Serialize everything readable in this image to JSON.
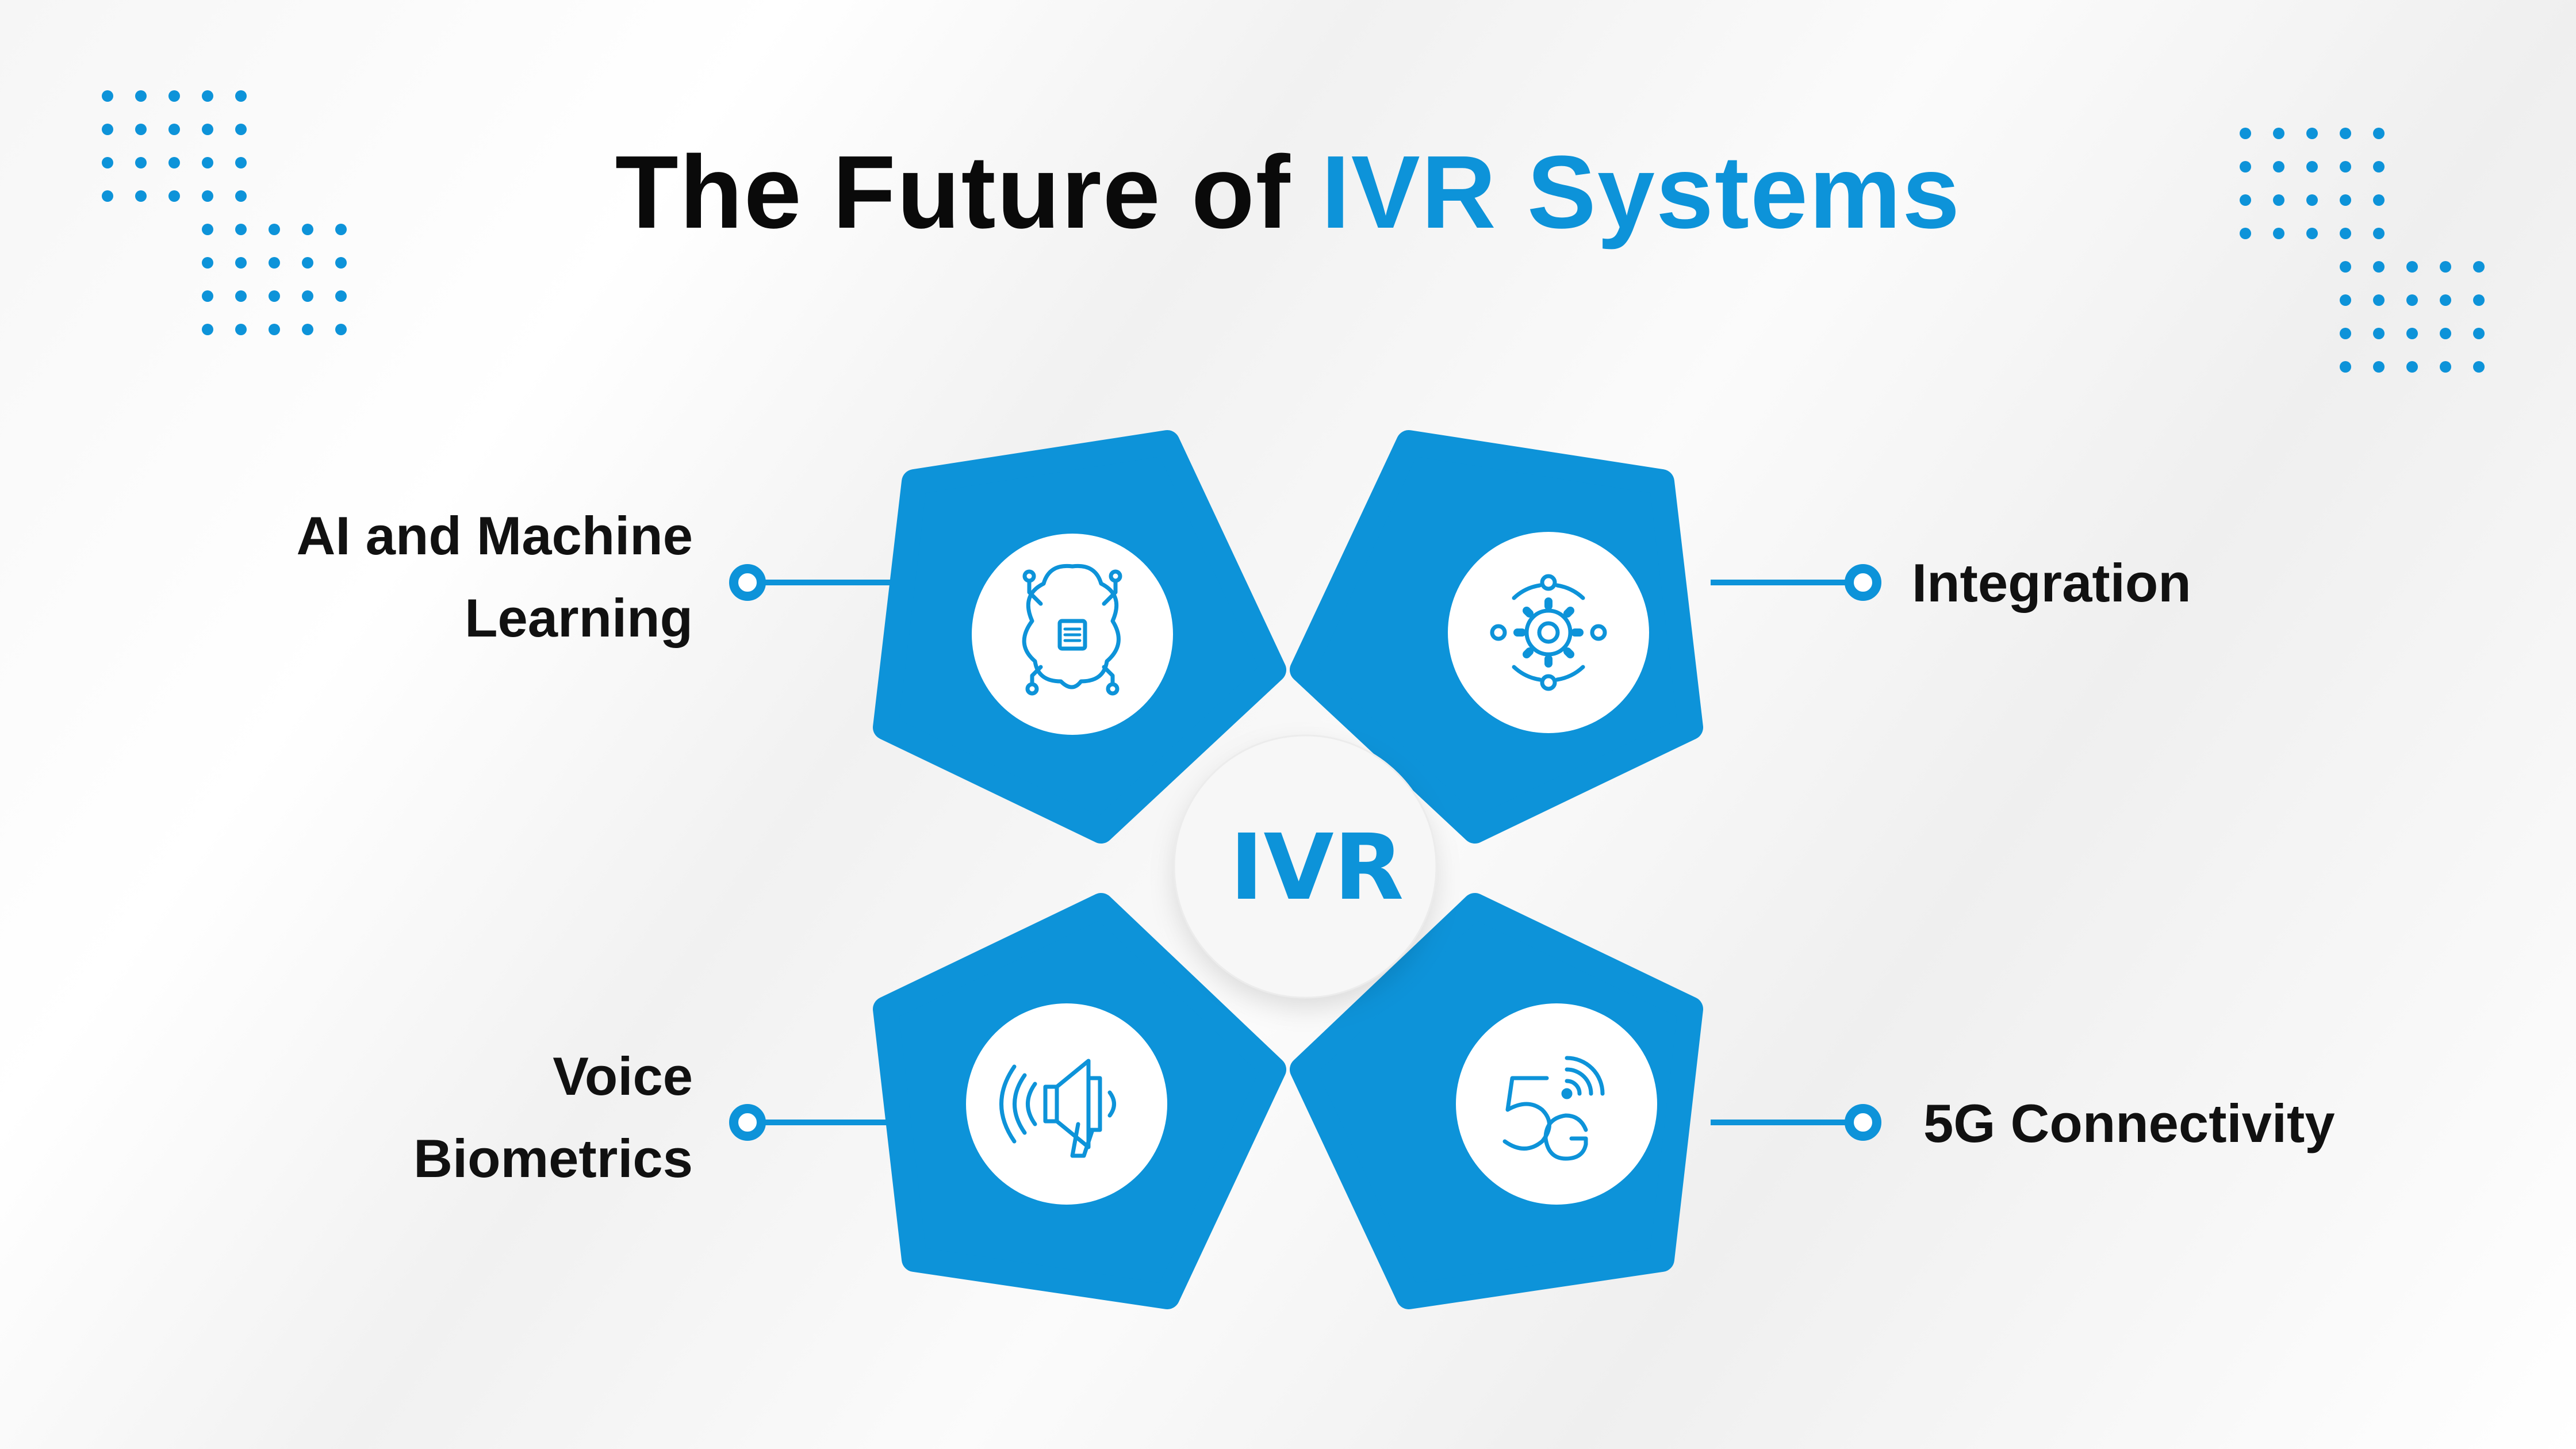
{
  "title": {
    "main": "The Future of ",
    "accent": "IVR Systems"
  },
  "center": {
    "label": "IVR"
  },
  "items": [
    {
      "id": "ai",
      "label_lines": [
        "AI and Machine",
        "Learning"
      ],
      "icon": "brain-chip-icon"
    },
    {
      "id": "integration",
      "label_lines": [
        "Integration"
      ],
      "icon": "gear-network-icon"
    },
    {
      "id": "voice",
      "label_lines": [
        "Voice",
        "Biometrics"
      ],
      "icon": "megaphone-voice-icon"
    },
    {
      "id": "5g",
      "label_lines": [
        "5G Connectivity"
      ],
      "icon": "5g-signal-icon"
    }
  ],
  "colors": {
    "accent": "#0d93d9",
    "text": "#111111",
    "background": "#f5f5f5"
  }
}
